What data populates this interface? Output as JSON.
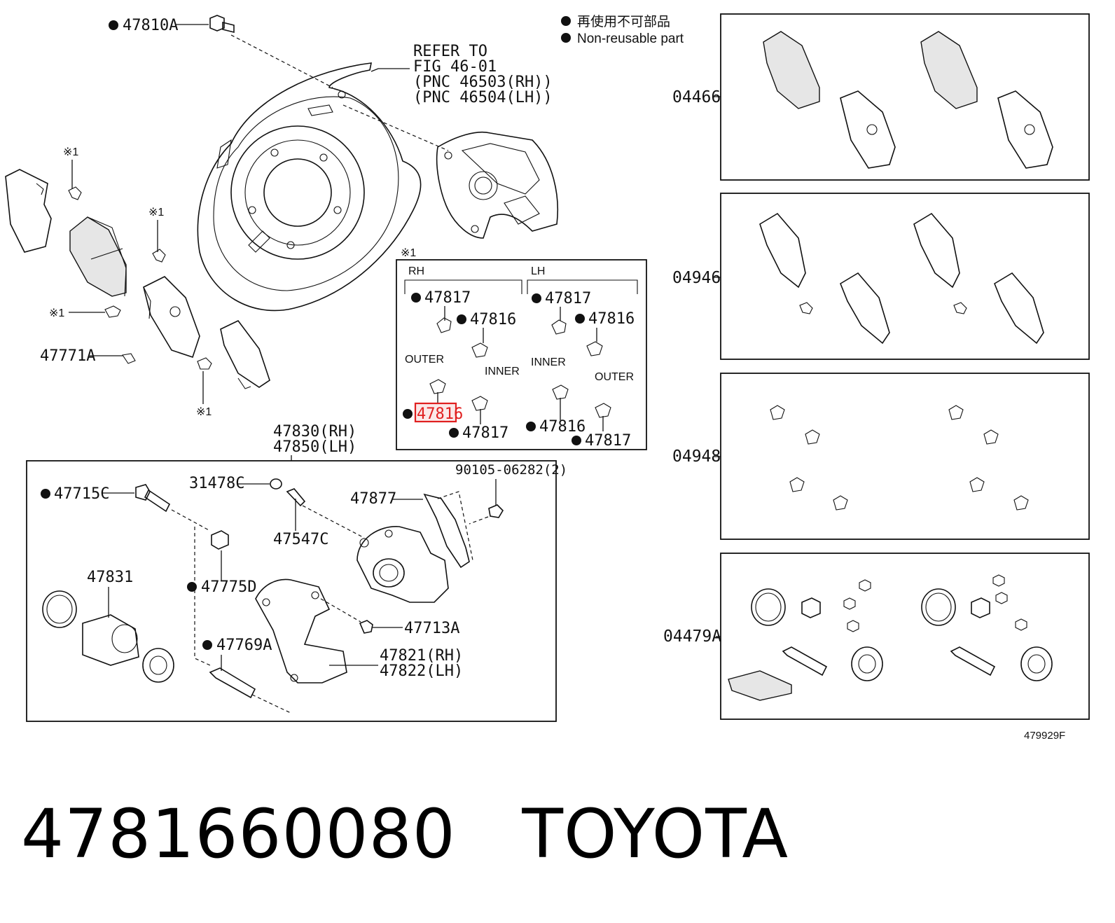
{
  "legend": {
    "jp_text": "再使用不可部品",
    "en_text": "Non-reusable part"
  },
  "refer": {
    "line1": "REFER TO",
    "line2": "FIG 46-01",
    "line3": "(PNC 46503(RH))",
    "line4": "(PNC 46504(LH))"
  },
  "labels": {
    "p47810A": "47810A",
    "p47771A": "47771A",
    "mark1": "※1",
    "p47830": "47830(RH)",
    "p47850": "47850(LH)",
    "p47715C": "47715C",
    "p31478C": "31478C",
    "p47547C": "47547C",
    "p90105": "90105-06282(2)",
    "p47877": "47877",
    "p47831": "47831",
    "p47775D": "47775D",
    "p47713A": "47713A",
    "p47769A": "47769A",
    "p47821": "47821(RH)",
    "p47822": "47822(LH)"
  },
  "inset": {
    "mark": "※1",
    "rh": "RH",
    "lh": "LH",
    "rh_47817_top": "47817",
    "rh_47816_top": "47816",
    "lh_47817_top": "47817",
    "lh_47816_top": "47816",
    "outer_left": "OUTER",
    "inner_left": "INNER",
    "inner_right": "INNER",
    "outer_right": "OUTER",
    "rh_47816_bottom": "47816",
    "rh_47817_bottom": "47817",
    "lh_47816_bottom": "47816",
    "lh_47817_bottom": "47817",
    "highlight_color": "#e02020"
  },
  "kits": [
    {
      "code": "04466"
    },
    {
      "code": "04946"
    },
    {
      "code": "04948"
    },
    {
      "code": "04479A"
    }
  ],
  "figure_code": "479929F",
  "footer": {
    "part_number": "4781660080",
    "brand": "TOYOTA"
  }
}
